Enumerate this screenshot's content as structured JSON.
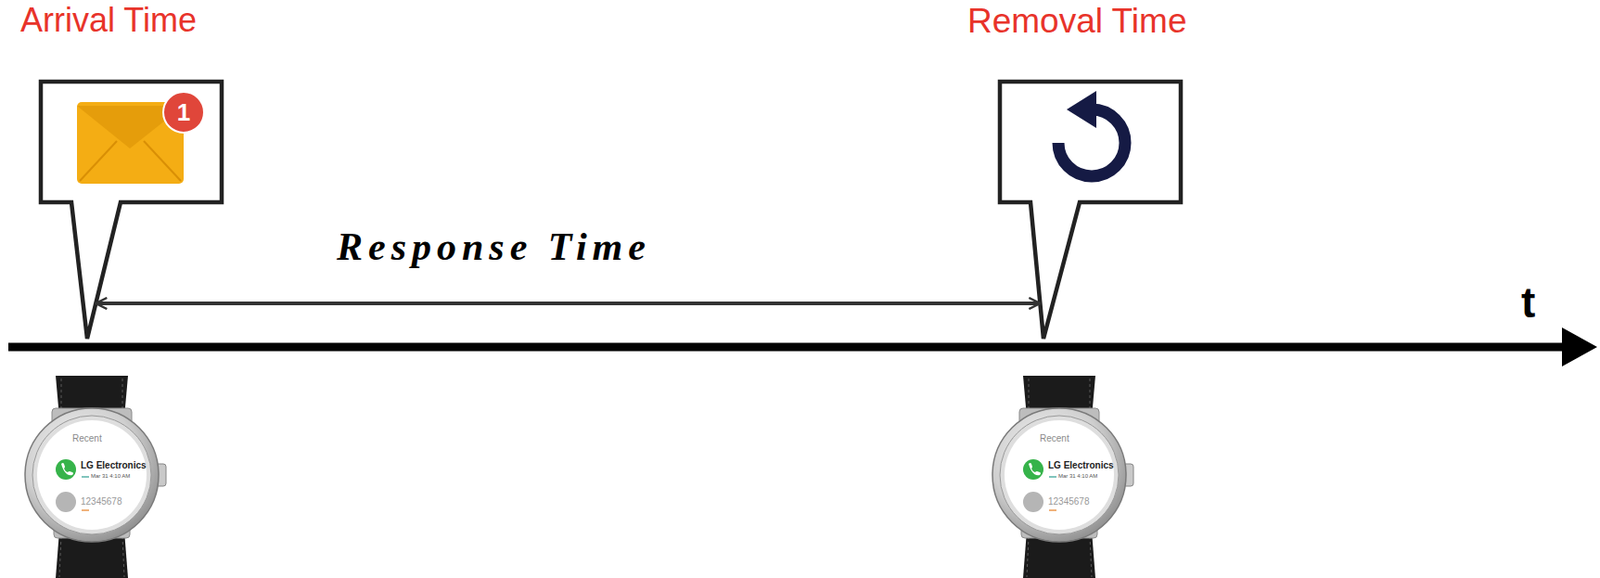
{
  "diagram": {
    "nodes": [
      {
        "text": [
          "Arrival Time"
        ]
      },
      {
        "text": [
          "Removal Time"
        ]
      }
    ],
    "edges": [
      {
        "from": 0,
        "to": 1,
        "arrow": "both",
        "label": "Response Time"
      }
    ],
    "labels": [
      "1",
      "t",
      "Recent",
      "LG Electronics",
      "Mar 31 4:10 AM",
      "12345678",
      "Recent",
      "LG Electronics",
      "Mar 31 4:10 AM",
      "12345678"
    ]
  }
}
